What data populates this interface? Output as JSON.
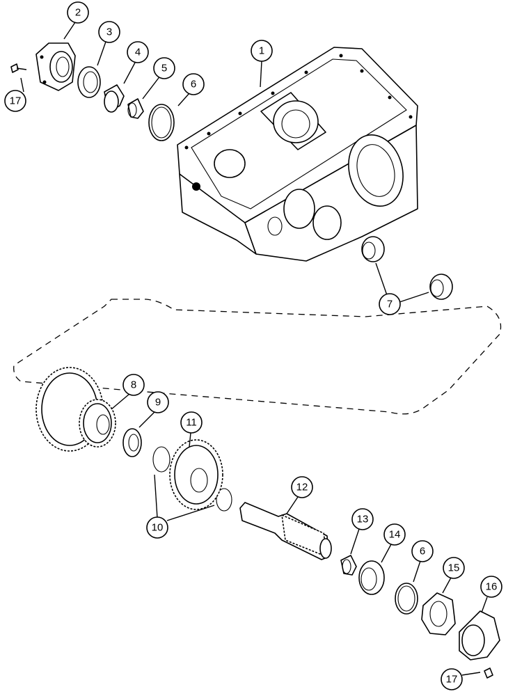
{
  "callouts": [
    {
      "id": "c1",
      "label": "1"
    },
    {
      "id": "c2",
      "label": "2"
    },
    {
      "id": "c3",
      "label": "3"
    },
    {
      "id": "c4",
      "label": "4"
    },
    {
      "id": "c5",
      "label": "5"
    },
    {
      "id": "c6a",
      "label": "6"
    },
    {
      "id": "c6b",
      "label": "6"
    },
    {
      "id": "c7",
      "label": "7"
    },
    {
      "id": "c8",
      "label": "8"
    },
    {
      "id": "c9",
      "label": "9"
    },
    {
      "id": "c10",
      "label": "10"
    },
    {
      "id": "c11",
      "label": "11"
    },
    {
      "id": "c12",
      "label": "12"
    },
    {
      "id": "c13",
      "label": "13"
    },
    {
      "id": "c14",
      "label": "14"
    },
    {
      "id": "c15",
      "label": "15"
    },
    {
      "id": "c16",
      "label": "16"
    },
    {
      "id": "c17a",
      "label": "17"
    },
    {
      "id": "c17b",
      "label": "17"
    }
  ],
  "icons": {
    "housing": "transmission-housing-icon",
    "gear": "gear-icon",
    "bearing": "bearing-icon",
    "seal": "seal-ring-icon",
    "shaft": "splined-shaft-icon",
    "bolt": "bolt-icon",
    "cover": "bearing-cover-icon",
    "gasket": "gasket-icon"
  }
}
